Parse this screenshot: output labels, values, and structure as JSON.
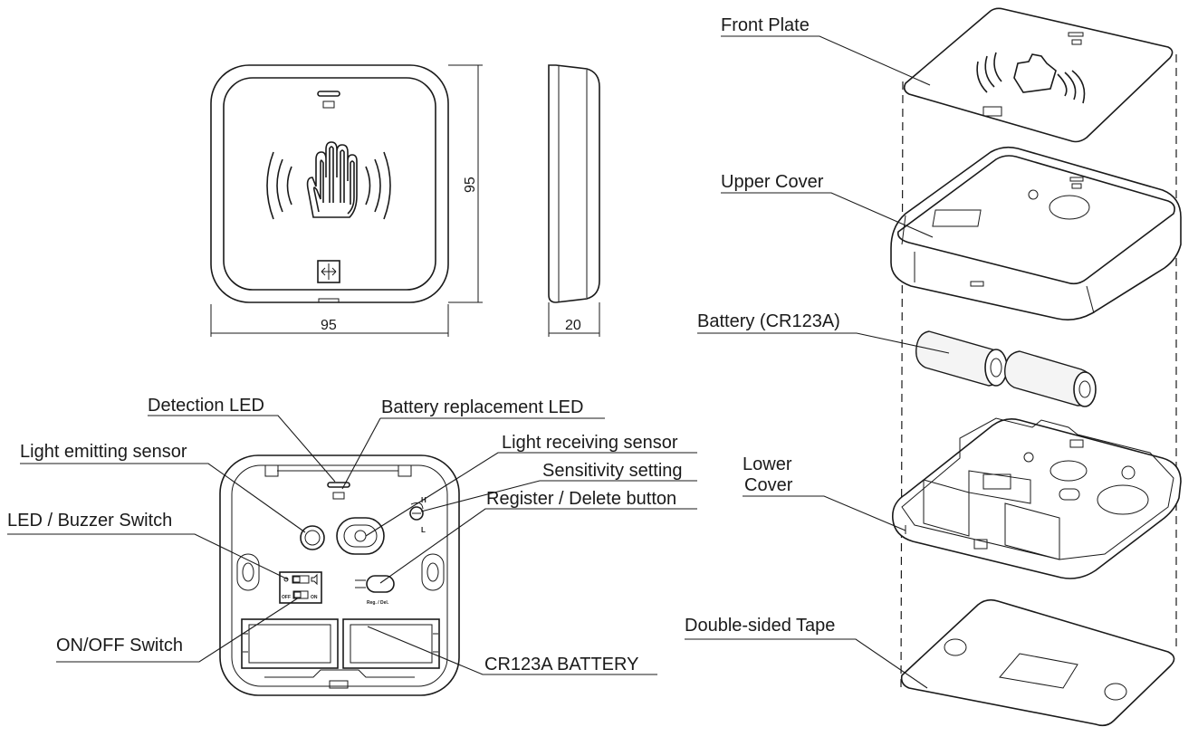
{
  "dimensions": {
    "width": "95",
    "height": "95",
    "depth": "20"
  },
  "labels": {
    "detection_led": "Detection LED",
    "battery_replacement_led": "Battery replacement LED",
    "light_emitting_sensor": "Light emitting sensor",
    "light_receiving_sensor": "Light receiving sensor",
    "sensitivity_setting": "Sensitivity setting",
    "register_delete_button": "Register / Delete button",
    "led_buzzer_switch": "LED / Buzzer Switch",
    "on_off_switch": "ON/OFF Switch",
    "cr123a_battery": "CR123A BATTERY",
    "front_plate": "Front Plate",
    "upper_cover": "Upper Cover",
    "battery": "Battery (CR123A)",
    "lower_cover_line1": "Lower",
    "lower_cover_line2": "Cover",
    "double_sided_tape": "Double-sided Tape"
  },
  "board_markings": {
    "h": "H",
    "l": "L",
    "off": "OFF",
    "on": "ON",
    "reg_del": "Reg. / Del."
  }
}
